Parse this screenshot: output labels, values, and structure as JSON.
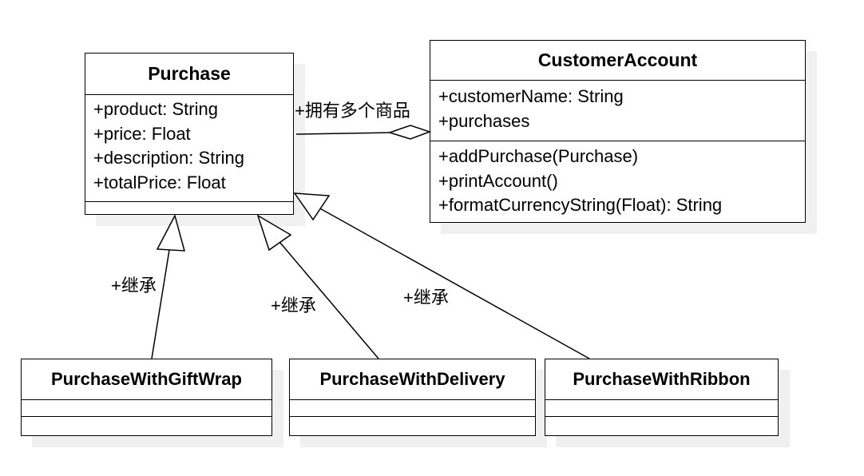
{
  "classes": {
    "purchase": {
      "name": "Purchase",
      "attributes": [
        "+product: String",
        "+price: Float",
        "+description: String",
        "+totalPrice: Float"
      ],
      "methods": []
    },
    "customer_account": {
      "name": "CustomerAccount",
      "attributes": [
        "+customerName: String",
        "+purchases"
      ],
      "methods": [
        "+addPurchase(Purchase)",
        "+printAccount()",
        "+formatCurrencyString(Float): String"
      ]
    },
    "purchase_with_giftwrap": {
      "name": "PurchaseWithGiftWrap",
      "attributes": [],
      "methods": []
    },
    "purchase_with_delivery": {
      "name": "PurchaseWithDelivery",
      "attributes": [],
      "methods": []
    },
    "purchase_with_ribbon": {
      "name": "PurchaseWithRibbon",
      "attributes": [],
      "methods": []
    }
  },
  "relations": {
    "aggregation_label": "+拥有多个商品",
    "inherit_label_1": "+继承",
    "inherit_label_2": "+继承",
    "inherit_label_3": "+继承"
  }
}
